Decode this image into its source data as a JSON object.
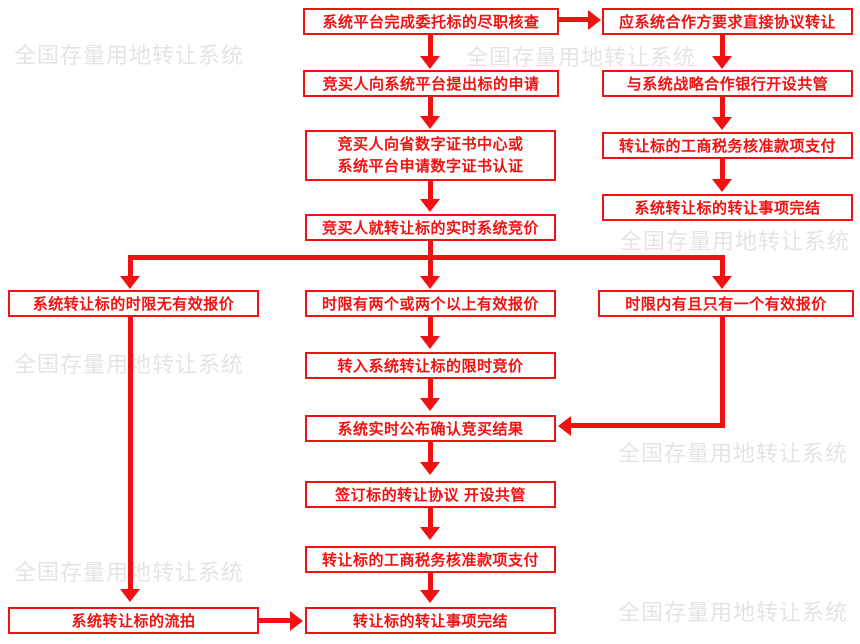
{
  "watermark": {
    "text": "全国存量用地转让系统"
  },
  "colors": {
    "accent": "#f01212",
    "watermark": "#e4e4e2",
    "background": "#ffffff"
  },
  "flowchart": {
    "title": "",
    "nodes": [
      {
        "id": "due-diligence",
        "label": "系统平台完成委托标的尽职核查"
      },
      {
        "id": "direct-agreement-transfer",
        "label": "应系统合作方要求直接协议转让"
      },
      {
        "id": "bid-application",
        "label": "竞买人向系统平台提出标的申请"
      },
      {
        "id": "joint-account-bank",
        "label": "与系统战略合作银行开设共管"
      },
      {
        "id": "digital-certificate",
        "label_line1": "竞买人向省数字证书中心或",
        "label_line2": "系统平台申请数字证书认证"
      },
      {
        "id": "tax-payment-right",
        "label": "转让标的工商税务核准款项支付"
      },
      {
        "id": "transfer-complete-right",
        "label": "系统转让标的转让事项完结"
      },
      {
        "id": "realtime-bidding",
        "label": "竞买人就转让标的实时系统竞价"
      },
      {
        "id": "no-valid-bid",
        "label": "系统转让标的时限无有效报价"
      },
      {
        "id": "multiple-valid-bids",
        "label": "时限有两个或两个以上有效报价"
      },
      {
        "id": "single-valid-bid",
        "label": "时限内有且只有一个有效报价"
      },
      {
        "id": "timed-bidding",
        "label": "转入系统转让标的限时竞价"
      },
      {
        "id": "announce-result",
        "label": "系统实时公布确认竞买结果"
      },
      {
        "id": "sign-agreement",
        "label": "签订标的转让协议 开设共管"
      },
      {
        "id": "tax-payment-center",
        "label": "转让标的工商税务核准款项支付"
      },
      {
        "id": "transfer-complete-center",
        "label": "转让标的转让事项完结"
      },
      {
        "id": "auction-failed",
        "label": "系统转让标的流拍"
      }
    ]
  }
}
